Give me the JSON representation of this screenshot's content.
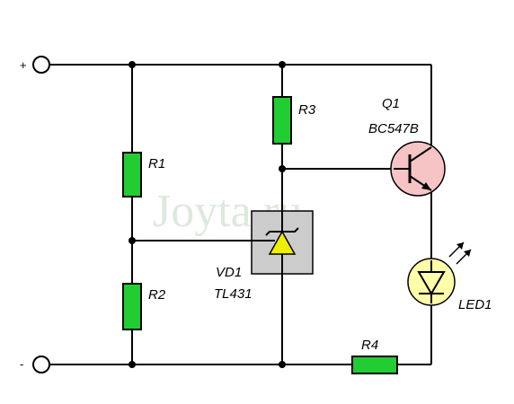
{
  "labels": {
    "plus": "+",
    "minus": "-",
    "r1": "R1",
    "r2": "R2",
    "r3": "R3",
    "r4": "R4",
    "q1": "Q1",
    "q1_model": "BC547B",
    "vd1": "VD1",
    "vd1_model": "TL431",
    "led1": "LED1"
  },
  "watermark": "Joyta.ru",
  "colors": {
    "resistor": "#22cc33",
    "transistor": "#f6c4c4",
    "ic_box": "#cccccc",
    "diode": "#eeee00",
    "led": "#ffffaa"
  },
  "icons": [
    "transistor-npn-icon",
    "zener-diode-icon",
    "led-icon",
    "resistor-icon"
  ]
}
